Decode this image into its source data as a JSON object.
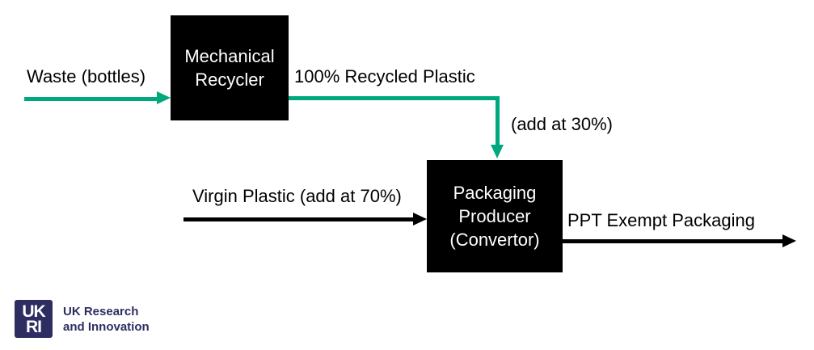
{
  "theme": {
    "bg": "#ffffff",
    "flow-green": "#00A87E",
    "flow-black": "#000000",
    "box-bg": "#000000",
    "box-text": "#ffffff",
    "ukri-navy": "#2E2D62",
    "label-color": "#000000"
  },
  "diagram": {
    "nodes": {
      "mechanical_recycler": {
        "lines": [
          "Mechanical",
          "Recycler"
        ]
      },
      "packaging_producer": {
        "lines": [
          "Packaging",
          "Producer",
          "(Convertor)"
        ]
      }
    },
    "labels": {
      "waste": "Waste (bottles)",
      "recycled": "100% Recycled Plastic",
      "add30": "(add at 30%)",
      "virgin": "Virgin Plastic (add at 70%)",
      "ppt": "PPT Exempt Packaging"
    },
    "flows": [
      {
        "from": "waste-input",
        "to": "mechanical-recycler",
        "label": "Waste (bottles)",
        "color": "#00A87E"
      },
      {
        "from": "mechanical-recycler",
        "to": "packaging-producer",
        "label": "100% Recycled Plastic (add at 30%)",
        "color": "#00A87E"
      },
      {
        "from": "virgin-input",
        "to": "packaging-producer",
        "label": "Virgin Plastic (add at 70%)",
        "color": "#000000"
      },
      {
        "from": "packaging-producer",
        "to": "output",
        "label": "PPT Exempt Packaging",
        "color": "#000000"
      }
    ]
  },
  "logo": {
    "monogram_line1": "UK",
    "monogram_line2": "RI",
    "wordmark_line1": "UK Research",
    "wordmark_line2": "and Innovation"
  }
}
